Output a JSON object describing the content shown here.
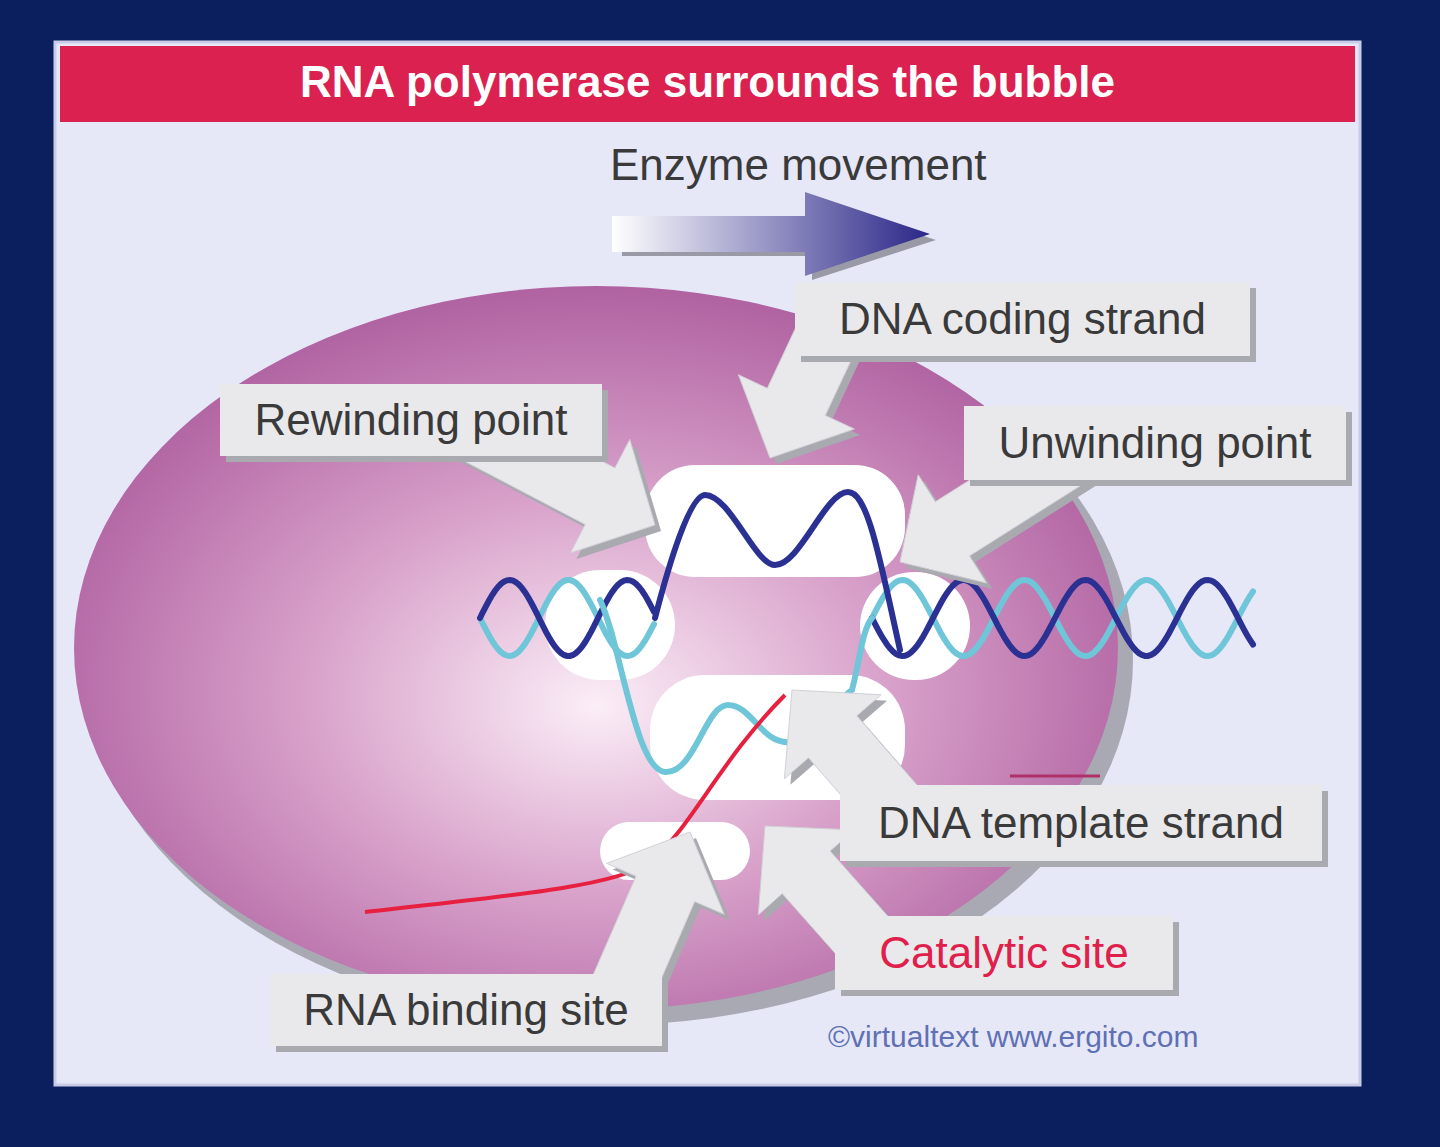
{
  "diagram": {
    "title": "RNA polymerase surrounds the bubble",
    "nodes": [
      {
        "text": [
          "DNA coding strand"
        ]
      },
      {
        "text": [
          "Rewinding point"
        ]
      },
      {
        "text": [
          "Unwinding point"
        ]
      },
      {
        "text": [
          "DNA template strand"
        ]
      },
      {
        "text": [
          "Catalytic site"
        ]
      },
      {
        "text": [
          "RNA binding site"
        ]
      }
    ],
    "edges": [],
    "labels": [
      "Enzyme movement",
      "©virtualtext www.ergito.com"
    ]
  }
}
